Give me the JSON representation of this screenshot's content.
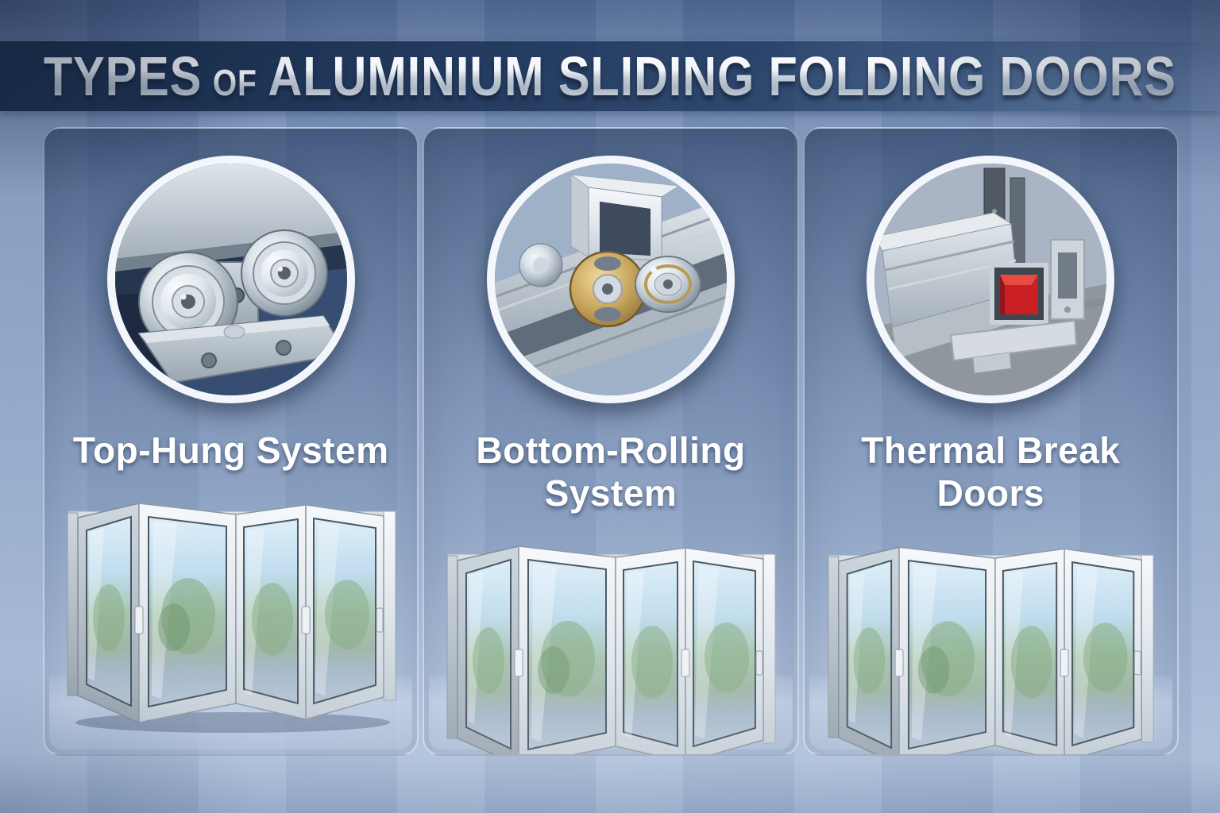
{
  "poster": {
    "title": {
      "lead": "TYPES",
      "connector": "OF",
      "rest": "ALUMINIUM SLIDING FOLDING DOORS"
    }
  },
  "panels": [
    {
      "label": "Top-Hung System",
      "detail_image": "top-hung-roller-carriage-closeup",
      "door_image": "aluminium-bifold-door-4-leaf"
    },
    {
      "label": "Bottom-Rolling System",
      "detail_image": "bottom-rolling-track-and-roller-closeup",
      "door_image": "aluminium-bifold-door-4-leaf"
    },
    {
      "label": "Thermal Break Doors",
      "detail_image": "thermal-break-profile-cross-section",
      "door_image": "aluminium-bifold-door-4-leaf"
    }
  ],
  "colors": {
    "wall_blue": "#8aa0c4",
    "banner_navy": "#16304f",
    "title_silver": "#d9dfe7",
    "label_white": "#ffffff",
    "panel_border": "#eef4fb",
    "aluminium_light": "#dde3e8",
    "brass_roller": "#c4a055",
    "thermal_break_red": "#c8191f",
    "glass_sky": "#cfe6f6",
    "glass_trees_green": "#7fa87c"
  }
}
